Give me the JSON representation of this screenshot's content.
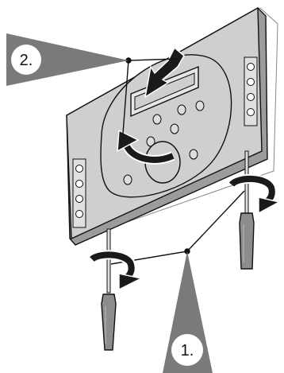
{
  "steps": [
    {
      "label": "1."
    },
    {
      "label": "2."
    }
  ],
  "colors": {
    "housing": "#c9c9c9",
    "housing_shadow": "#9c9c9c",
    "callout": "#7a7a7a",
    "arrow": "#1a1a1a",
    "screwdriver_handle": "#8c8c8c"
  },
  "icons": [
    "step-1-callout",
    "step-2-callout",
    "push-arrow-icon",
    "swing-arrow-icon",
    "rotate-arrow-icon",
    "screwdriver-icon"
  ]
}
